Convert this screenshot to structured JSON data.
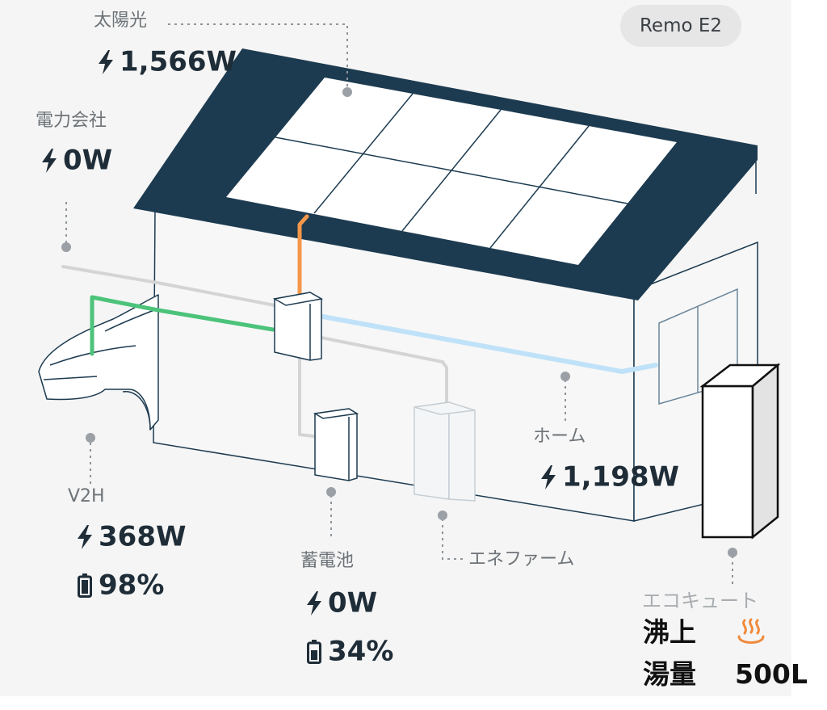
{
  "device": {
    "name": "Remo E2"
  },
  "solar": {
    "label": "太陽光",
    "power": "1,566W"
  },
  "grid": {
    "label": "電力会社",
    "power": "0W"
  },
  "v2h": {
    "label": "V2H",
    "power": "368W",
    "battery": "98%"
  },
  "storage": {
    "label": "蓄電池",
    "power": "0W",
    "battery": "34%"
  },
  "home": {
    "label": "ホーム",
    "power": "1,198W"
  },
  "enefarm": {
    "label": "エネファーム"
  },
  "ecocute": {
    "label": "エコキュート",
    "status_label": "沸上",
    "volume_label": "湯量",
    "volume": "500L"
  },
  "colors": {
    "roof": "#1d3b50",
    "solar_line": "#f4974a",
    "v2h_line": "#4cc37a",
    "home_line": "#bfe2f8",
    "grid_line": "#d4d4d4",
    "heater_icon": "#f08a3c"
  },
  "icons": {
    "power": "lightning-bolt-icon",
    "battery": "battery-icon",
    "heating": "hot-water-steam-icon"
  }
}
